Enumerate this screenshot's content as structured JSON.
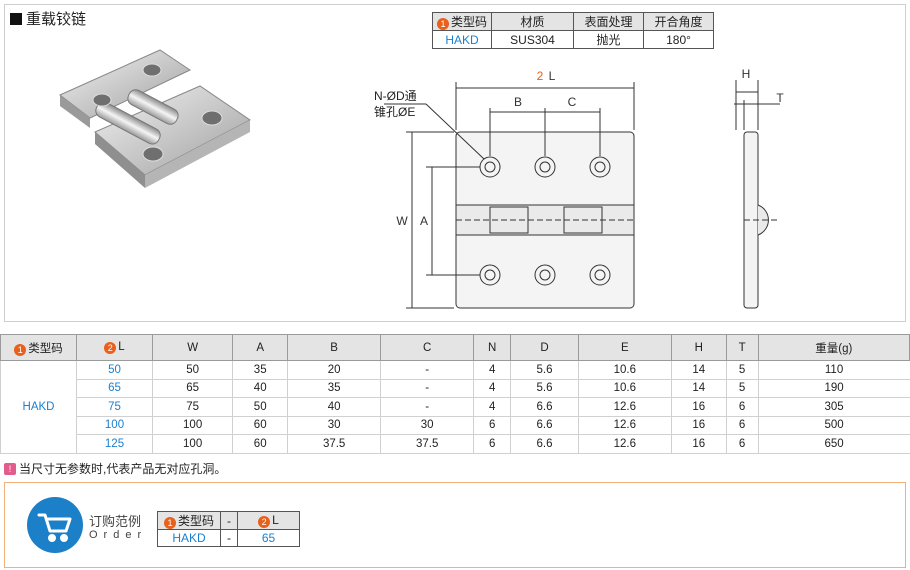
{
  "title": "重载铰链",
  "spec_table": {
    "headers": [
      "类型码",
      "材质",
      "表面处理",
      "开合角度"
    ],
    "row": [
      "HAKD",
      "SUS304",
      "抛光",
      "180°"
    ],
    "badge1": "1"
  },
  "drawing": {
    "label_L": "L",
    "badge2": "2",
    "label_B": "B",
    "label_C": "C",
    "label_W": "W",
    "label_A": "A",
    "label_H": "H",
    "label_T": "T",
    "hole_note_1": "N-ØD通",
    "hole_note_2": "锥孔ØE"
  },
  "dim_table": {
    "headers": [
      "类型码",
      "L",
      "W",
      "A",
      "B",
      "C",
      "N",
      "D",
      "E",
      "H",
      "T",
      "重量(g)"
    ],
    "type_code": "HAKD",
    "rows": [
      [
        "50",
        "50",
        "35",
        "20",
        "-",
        "4",
        "5.6",
        "10.6",
        "14",
        "5",
        "110"
      ],
      [
        "65",
        "65",
        "40",
        "35",
        "-",
        "4",
        "5.6",
        "10.6",
        "14",
        "5",
        "190"
      ],
      [
        "75",
        "75",
        "50",
        "40",
        "-",
        "4",
        "6.6",
        "12.6",
        "16",
        "6",
        "305"
      ],
      [
        "100",
        "100",
        "60",
        "30",
        "30",
        "6",
        "6.6",
        "12.6",
        "16",
        "6",
        "500"
      ],
      [
        "125",
        "100",
        "60",
        "37.5",
        "37.5",
        "6",
        "6.6",
        "12.6",
        "16",
        "6",
        "650"
      ]
    ]
  },
  "note": "当尺寸无参数时,代表产品无对应孔洞。",
  "order": {
    "label": "订购范例",
    "label_en": "Order",
    "headers": [
      "类型码",
      "-",
      "L"
    ],
    "row": [
      "HAKD",
      "-",
      "65"
    ]
  },
  "colors": {
    "accent_orange": "#e8601c",
    "link_blue": "#1a7fd0",
    "cart_blue": "#1c80c8",
    "order_border": "#f0b27a"
  }
}
